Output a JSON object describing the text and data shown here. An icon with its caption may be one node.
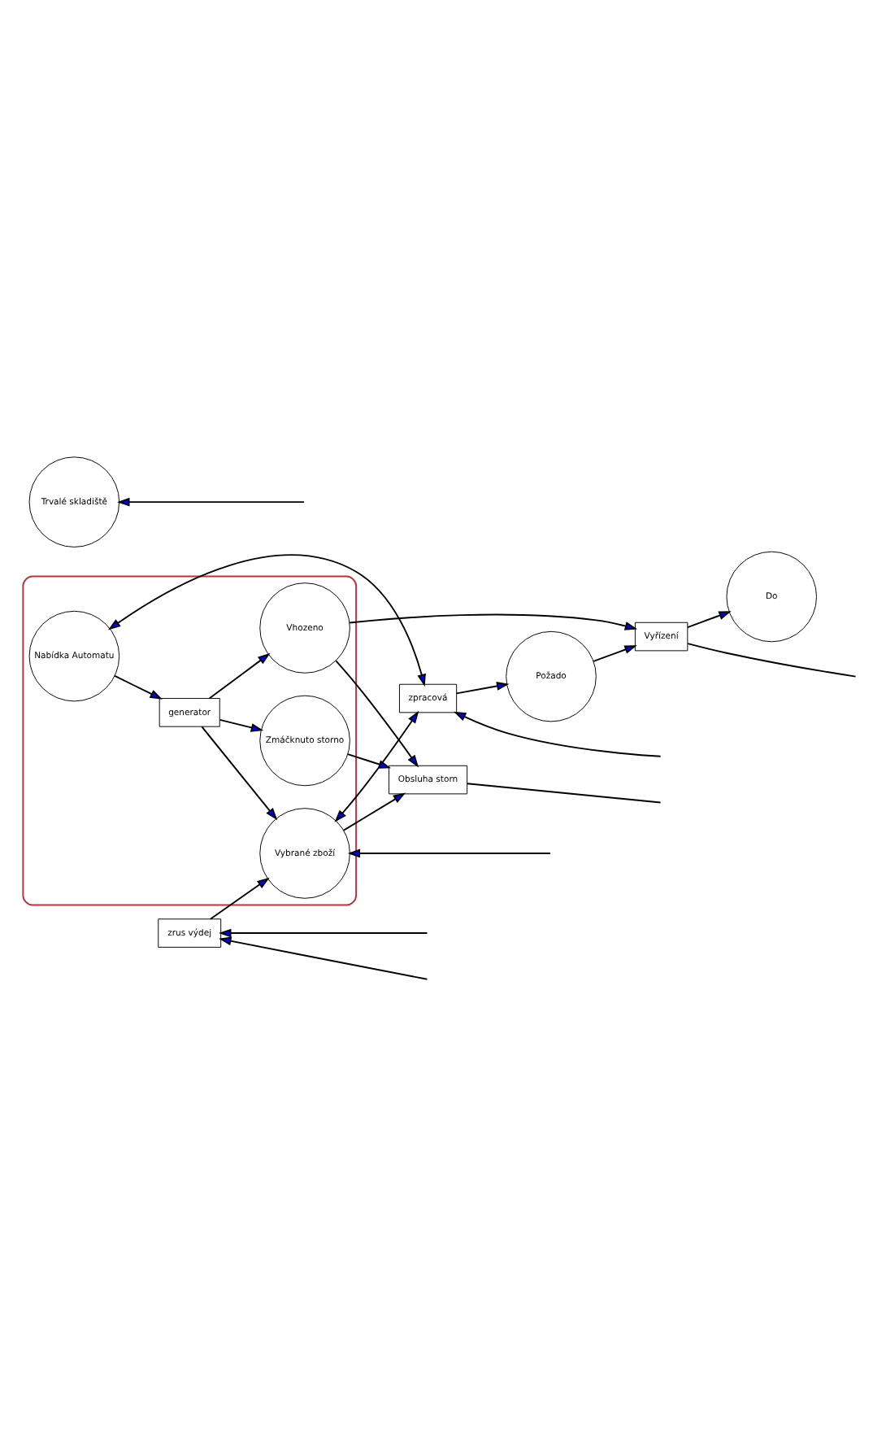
{
  "diagram": {
    "nodes": [
      {
        "text": [],
        "shape": "ellipse"
      },
      {
        "text": [
          "Nabídka Automatu"
        ],
        "in": 0
      },
      {
        "text": [
          "zrus výdej"
        ]
      },
      {
        "text": [
          "zpracová"
        ]
      },
      {
        "text": [
          "generator"
        ],
        "in": 0
      },
      {
        "text": [
          "Vybrané zboží"
        ],
        "in": 0
      },
      {
        "text": [
          "Požado"
        ]
      },
      {
        "text": [
          "Vhozeno"
        ],
        "in": 0
      },
      {
        "text": [
          "Vyřízení"
        ]
      },
      {
        "text": [
          "Do"
        ]
      },
      {
        "text": [
          "Zmáčknuto storno"
        ],
        "in": 0
      },
      {
        "text": [
          "Obsluha storn"
        ]
      },
      {
        "text": [
          "Trvalé skladiště"
        ]
      }
    ],
    "edges": [
      {
        "from": 1,
        "to": 4,
        "arrow": "to"
      },
      {
        "from": 1,
        "to": 3,
        "arrow": "both"
      },
      {
        "from": 4,
        "to": 5,
        "arrow": "to"
      },
      {
        "from": 4,
        "to": 7,
        "arrow": "to"
      },
      {
        "from": 4,
        "to": 10,
        "arrow": "to"
      },
      {
        "from": 2,
        "to": 5,
        "arrow": "to"
      },
      {
        "from": null,
        "to": 2,
        "arrow": "to"
      },
      {
        "from": null,
        "to": 2,
        "arrow": "to"
      },
      {
        "from": 5,
        "to": 3,
        "arrow": "both"
      },
      {
        "from": null,
        "to": 3,
        "arrow": "to"
      },
      {
        "from": null,
        "to": 5,
        "arrow": "to"
      },
      {
        "from": 3,
        "to": 6,
        "arrow": "to"
      },
      {
        "from": 6,
        "to": 8,
        "arrow": "to"
      },
      {
        "from": 7,
        "to": 8,
        "arrow": "to"
      },
      {
        "from": 8,
        "to": 9,
        "arrow": "to"
      },
      {
        "from": 8,
        "to": null,
        "arrow": "none"
      },
      {
        "from": 5,
        "to": 11,
        "arrow": "to"
      },
      {
        "from": 7,
        "to": 11,
        "arrow": "to"
      },
      {
        "from": 10,
        "to": 11,
        "arrow": "to"
      },
      {
        "from": 11,
        "to": null,
        "arrow": "none"
      },
      {
        "from": null,
        "to": 12,
        "arrow": "to"
      }
    ]
  }
}
